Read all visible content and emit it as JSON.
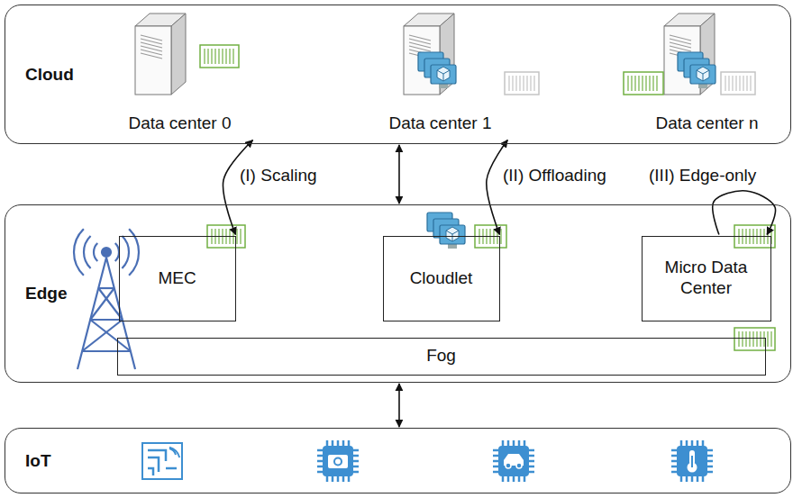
{
  "diagram": {
    "nodes": [
      {
        "text": [
          "Cloud"
        ]
      },
      {
        "text": [
          "Data center 0"
        ],
        "in": 0
      },
      {
        "text": [
          "Data center 1"
        ],
        "in": 0
      },
      {
        "text": [
          "Data center n"
        ],
        "in": 0
      },
      {
        "text": [
          "Edge"
        ]
      },
      {
        "text": [
          "MEC"
        ],
        "in": 4
      },
      {
        "text": [
          "Cloudlet"
        ],
        "in": 4
      },
      {
        "text": [
          "Micro Data Center"
        ],
        "in": 4
      },
      {
        "text": [
          "Fog"
        ],
        "in": 4
      },
      {
        "text": [
          "IoT"
        ]
      }
    ],
    "edges": [
      {
        "from": 5,
        "to": 1,
        "label": "(I) Scaling",
        "arrow": "both"
      },
      {
        "from": 6,
        "to": 2,
        "label": "(II) Offloading",
        "arrow": "both"
      },
      {
        "from": 7,
        "to": 7,
        "label": "(III) Edge-only",
        "arrow": "to"
      },
      {
        "from": 0,
        "to": 4,
        "arrow": "both"
      },
      {
        "from": 4,
        "to": 9,
        "arrow": "both"
      }
    ]
  }
}
